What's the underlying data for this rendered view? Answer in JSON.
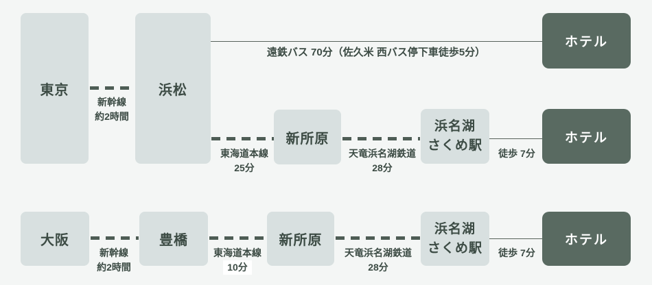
{
  "colors": {
    "background": "#f4f6f5",
    "station_box": "#d8e0e0",
    "hotel_box": "#596a61",
    "text": "#3c4b44",
    "hotel_text": "#ffffff",
    "dashed_line": "#4e5d55",
    "solid_line": "#566159",
    "highlight_bg": "#ffffff"
  },
  "tokyo_route": {
    "origin": "東京",
    "via": "浜松",
    "shinkansen": [
      "新幹線",
      "約2時間"
    ],
    "bus": {
      "label": "遠鉄バス 70分（佐久米 西バス停下車徒歩5分）",
      "hotel": "ホテル"
    },
    "train": {
      "tokaido": [
        "東海道本線",
        "25分"
      ],
      "shinjohara": "新所原",
      "tenhama": [
        "天竜浜名湖鉄道",
        "28分"
      ],
      "sakume": [
        "浜名湖",
        "さくめ駅"
      ],
      "walk": "徒歩 7分",
      "hotel": "ホテル"
    }
  },
  "osaka_route": {
    "origin": "大阪",
    "shinkansen": [
      "新幹線",
      "約2時間"
    ],
    "toyohashi": "豊橋",
    "tokaido": [
      "東海道本線",
      "10分"
    ],
    "shinjohara": "新所原",
    "tenhama": [
      "天竜浜名湖鉄道",
      "28分"
    ],
    "sakume": [
      "浜名湖",
      "さくめ駅"
    ],
    "walk": "徒歩 7分",
    "hotel": "ホテル"
  }
}
